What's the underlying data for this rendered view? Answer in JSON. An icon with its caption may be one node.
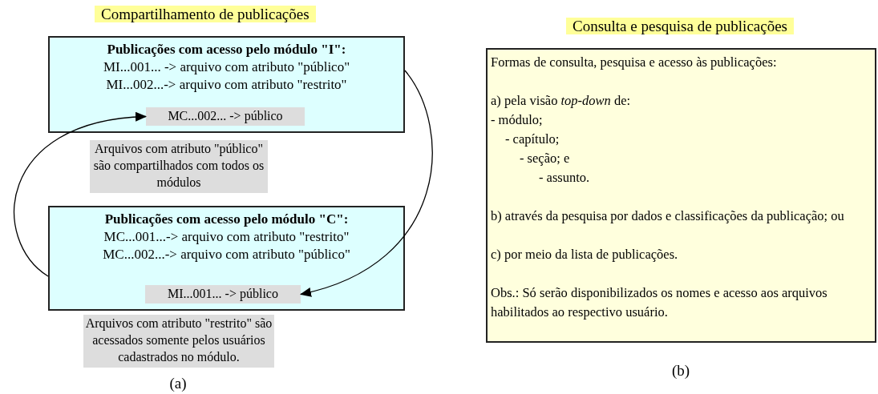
{
  "diagram": {
    "nodes": [
      {
        "text": [
          "Publicações com acesso pelo módulo \"I\":",
          "MI...001... -> arquivo com atributo \"público\"",
          "MI...002...-> arquivo com atributo \"restrito\""
        ]
      },
      {
        "text": [
          "MC...002... -> público"
        ],
        "in": 0
      },
      {
        "text": [
          "Arquivos com atributo \"público\" são compartilhados com todos os módulos"
        ]
      },
      {
        "text": [
          "Publicações com acesso pelo módulo \"C\":",
          "MC...001...-> arquivo com atributo \"restrito\"",
          "MC...002...-> arquivo com atributo \"público\""
        ]
      },
      {
        "text": [
          "MI...001... -> público"
        ],
        "in": 3
      },
      {
        "text": [
          "Arquivos com atributo \"restrito\" são acessados somente pelos usuários cadastrados no módulo."
        ]
      },
      {
        "text": [
          "Formas de consulta, pesquisa e acesso às publicações:",
          "a) pela visão *top-down* de:",
          "- módulo;",
          "- capítulo;",
          "- seção; e",
          "- assunto.",
          "b) através da pesquisa por dados e classificações da publicação; ou",
          "c) por meio da lista de publicações.",
          "Obs.: Só serão disponibilizados os nomes e acesso aos arquivos habilitados ao respectivo usuário."
        ]
      }
    ],
    "edges": [
      {
        "from": 0,
        "to": 4,
        "arrow": "to"
      },
      {
        "from": 3,
        "to": 1,
        "arrow": "to"
      }
    ],
    "labels": [
      "Compartilhamento de publicações",
      "Consulta e pesquisa de publicações",
      "(a)",
      "(b)"
    ]
  }
}
